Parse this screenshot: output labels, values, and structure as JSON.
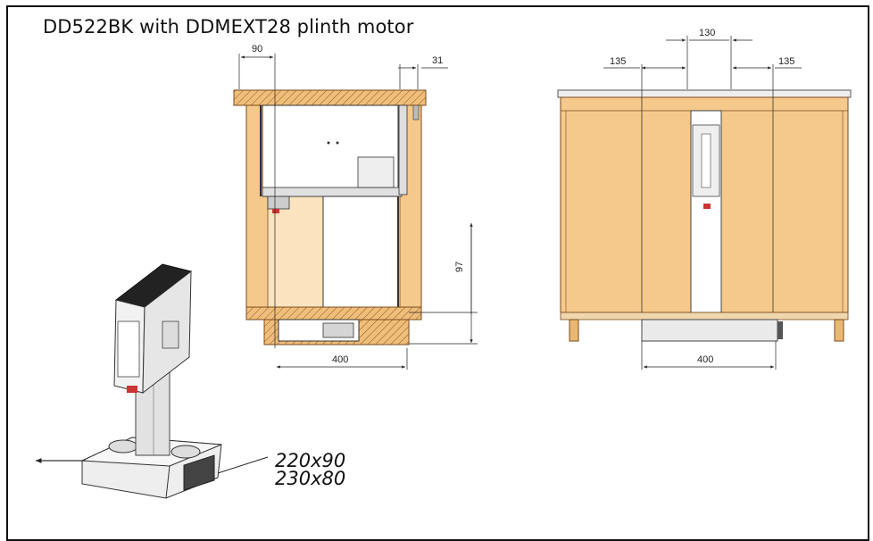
{
  "title": "DD522BK with DDMEXT28 plinth motor",
  "colors": {
    "wood": "#f5c98c",
    "wood_edge": "#7a4a1c",
    "frame": "#111111",
    "metal": "#e7e7e7"
  },
  "side_view": {
    "dim_top_left": "90",
    "dim_top_right": "31",
    "dim_height": "97",
    "dim_width": "400"
  },
  "front_view": {
    "dim_center": "130",
    "dim_left": "135",
    "dim_right": "135",
    "dim_width": "400"
  },
  "perspective_view": {
    "duct_size_1": "220x90",
    "duct_size_2": "230x80",
    "arrow_icon": "left-arrow-icon"
  }
}
